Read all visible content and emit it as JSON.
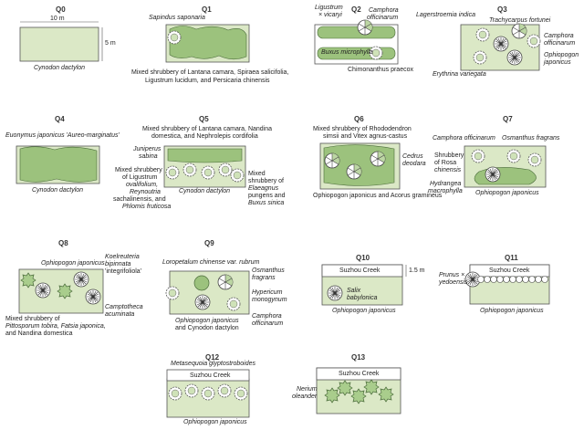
{
  "diagram_title": "",
  "panels": [
    {
      "id": "Q0",
      "labels": {
        "width": "10 m",
        "height": "5 m",
        "ground": "Cynodon dactylon"
      }
    },
    {
      "id": "Q1",
      "labels": {
        "top": "Sapindus saponaria",
        "bottom1": "Mixed shrubbery of Lantana camara, Spiraea salicifolia,",
        "bottom2": "Ligustrum lucidum, and Persicaria chinensis"
      }
    },
    {
      "id": "Q2",
      "labels": {
        "a1": "Ligustrum",
        "a2": "× vicaryi",
        "b1": "Camphora",
        "b2": "officinarum",
        "c": "Buxus microphylla",
        "d": "Chimonanthus praecox"
      }
    },
    {
      "id": "Q3",
      "labels": {
        "a": "Lagerstroemia indica",
        "b": "Trachycarpus fortunei",
        "c1": "Camphora",
        "c2": "officinarum",
        "d1": "Ophiopogon",
        "d2": "japonicus",
        "e": "Erythrina variegata"
      }
    },
    {
      "id": "Q4",
      "labels": {
        "top": "Euonymus japonicus 'Aureo-marginatus'",
        "ground": "Cynodon dactylon"
      }
    },
    {
      "id": "Q5",
      "labels": {
        "top1": "Mixed shrubbery of Lantana camara, Nandina",
        "top2": "domestica, and Nephrolepis cordifolia",
        "j1": "Juniperus",
        "j2": "sabina",
        "l1": "Mixed shrubbery",
        "l2": "of Ligustrum",
        "l3": "ovalifolium,",
        "l4": "Reynoutria",
        "l5": "sachalinensis, and",
        "l6": "Phlomis fruticosa",
        "ground": "Cynodon dactylon",
        "r1": "Mixed",
        "r2": "shrubbery of",
        "r3": "Elaeagnus",
        "r4": "pungens and",
        "r5": "Buxus sinica"
      }
    },
    {
      "id": "Q6",
      "labels": {
        "top1": "Mixed shrubbery of Rhododendron",
        "top2": "simsii and Vitex agnus-castus",
        "c1": "Cedrus",
        "c2": "deodara",
        "bottom": "Ophiopogon japonicus and Acorus gramineus"
      }
    },
    {
      "id": "Q7",
      "labels": {
        "a": "Camphora officinarum",
        "b": "Osmanthus fragrans",
        "s1": "Shrubbery",
        "s2": "of Rosa",
        "s3": "chinensis",
        "h1": "Hydrangea",
        "h2": "macrophylla",
        "ground": "Ophiopogon japonicus"
      }
    },
    {
      "id": "Q8",
      "labels": {
        "top": "Ophiopogon japonicus",
        "k1": "Koelreuteria",
        "k2": "bipinnata",
        "k3": "'integrifoliola'",
        "ca1": "Camptotheca",
        "ca2": "acuminata",
        "m1": "Mixed shrubbery of",
        "m2": "Pittosporum tobira, Fatsia japonica,",
        "m3": "and Nandina domestica"
      }
    },
    {
      "id": "Q9",
      "labels": {
        "top": "Loropetalum chinense var. rubrum",
        "o1": "Osmanthus",
        "o2": "fragrans",
        "h1": "Hypericum",
        "h2": "monogynum",
        "c1": "Camphora",
        "c2": "officinarum",
        "b1": "Ophiopogon japonicus",
        "b2": "and Cynodon dactylon"
      }
    },
    {
      "id": "Q10",
      "labels": {
        "creek": "Suzhou Creek",
        "width": "1.5 m",
        "s1": "Salix",
        "s2": "babylonica",
        "ground": "Ophiopogon japonicus"
      }
    },
    {
      "id": "Q11",
      "labels": {
        "creek": "Suzhou Creek",
        "p1": "Prunus ×",
        "p2": "yedoensis",
        "ground": "Ophiopogon japonicus"
      }
    },
    {
      "id": "Q12",
      "labels": {
        "top": "Metasequoia glyptostroboides",
        "creek": "Suzhou Creek",
        "ground": "Ophiopogon japonicus"
      }
    },
    {
      "id": "Q13",
      "labels": {
        "creek": "Suzhou Creek",
        "n1": "Nerium",
        "n2": "oleander"
      }
    }
  ],
  "colors": {
    "lawn": "#dbe8c6",
    "shrub": "#9cc27d",
    "outline": "#555555",
    "tree_fill": "#ffffff"
  }
}
